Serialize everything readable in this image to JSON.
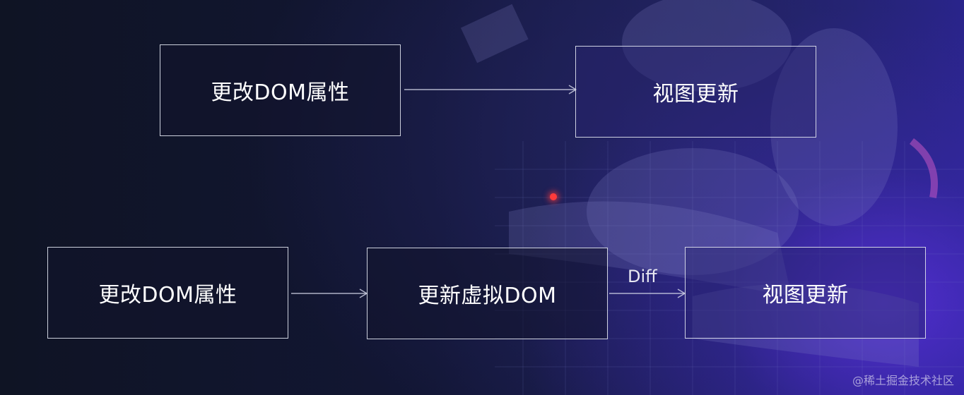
{
  "row1": {
    "source_label": "更改DOM属性",
    "target_label": "视图更新"
  },
  "row2": {
    "source_label": "更改DOM属性",
    "middle_label": "更新虚拟DOM",
    "edge_label": "Diff",
    "target_label": "视图更新"
  },
  "watermark": "@稀土掘金技术社区",
  "colors": {
    "background": "#121634",
    "accent_purple": "#5830dc",
    "box_border": "#e1e4f0",
    "pointer_dot": "#ff3b3b"
  }
}
